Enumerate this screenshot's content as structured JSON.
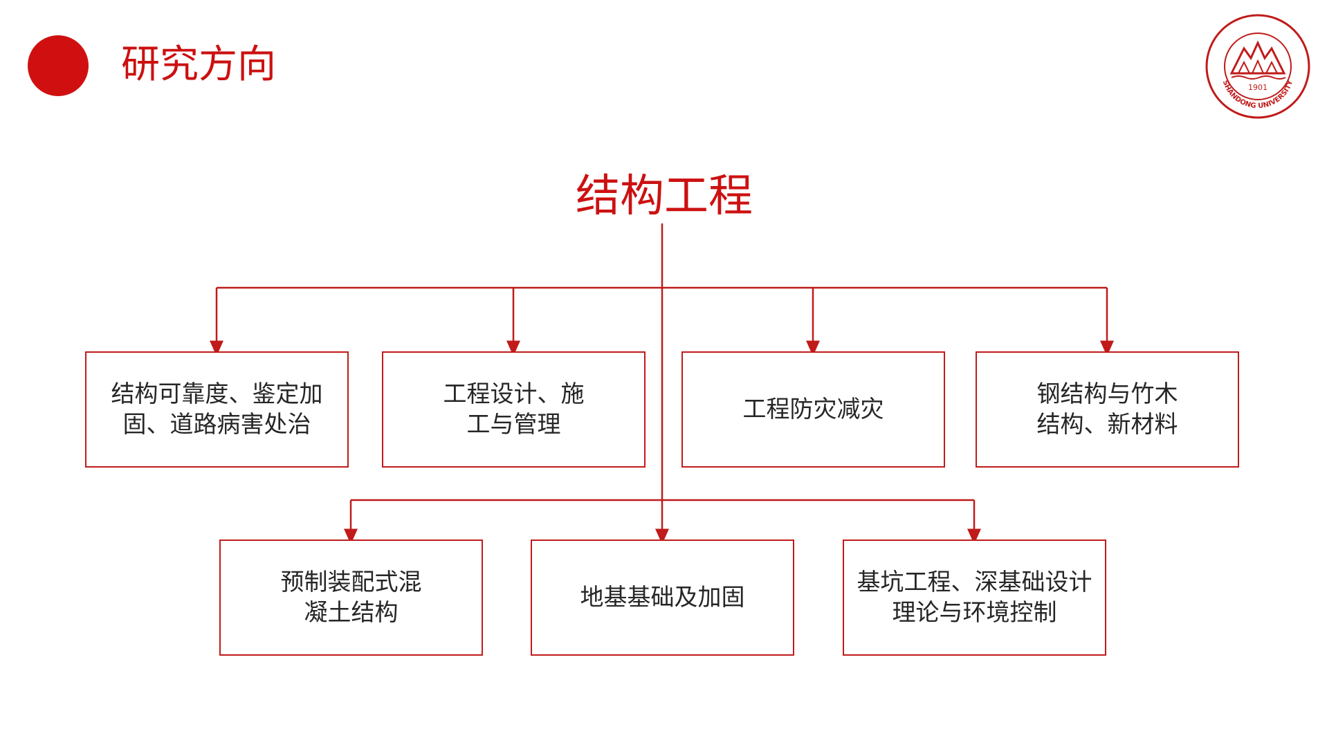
{
  "header": {
    "title": "研究方向"
  },
  "logo": {
    "year": "1901",
    "motto": "SHANDONG UNIVERSITY"
  },
  "diagram": {
    "root": "结构工程",
    "row1": [
      "结构可靠度、鉴定加固、道路病害处治",
      "工程设计、施工与管理",
      "工程防灾减灾",
      "钢结构与竹木结构、新材料"
    ],
    "row2": [
      "预制装配式混凝土结构",
      "地基基础及加固",
      "基坑工程、深基础设计理论与环境控制"
    ]
  },
  "colors": {
    "accent": "#cc1010",
    "line": "#c01a1a",
    "text": "#262626"
  }
}
